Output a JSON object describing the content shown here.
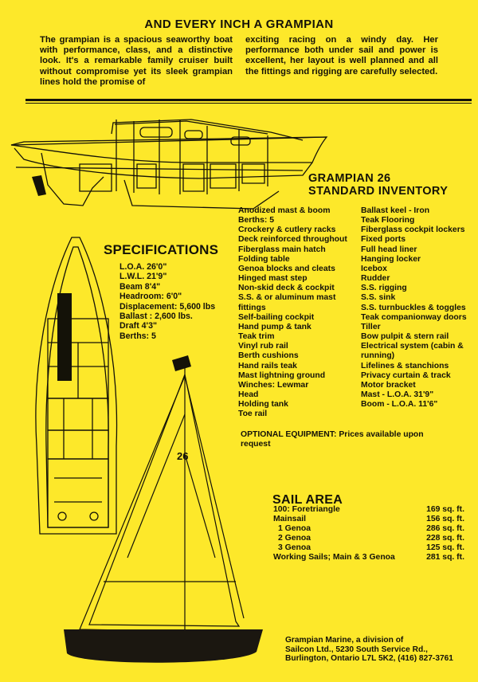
{
  "headline": "AND EVERY INCH A GRAMPIAN",
  "intro_left": "The grampian is a spacious seaworthy boat with performance, class, and a distinctive look. It's a remarkable family cruiser built without compromise yet its sleek grampian lines hold the promise of",
  "intro_right": "exciting racing on a windy day. Her performance both under sail and power is excellent, her layout is well planned and all the fittings and rigging are carefully selected.",
  "inventory": {
    "title_line1": "GRAMPIAN 26",
    "title_line2": "STANDARD INVENTORY",
    "left": [
      "Anodized mast & boom",
      "Berths: 5",
      "Crockery & cutlery racks",
      "Deck reinforced throughout",
      "Fiberglass main hatch",
      "Folding table",
      "Genoa blocks and cleats",
      "Hinged mast step",
      "Non-skid deck & cockpit",
      "S.S. & or aluminum mast",
      "fittings",
      "Self-bailing cockpit",
      "Hand pump & tank",
      "Teak trim",
      "Vinyl rub rail",
      "Berth cushions",
      "Hand rails teak",
      "Mast lightning ground",
      "Winches: Lewmar",
      "Head",
      "Holding tank",
      "Toe rail"
    ],
    "right": [
      "Ballast keel - Iron",
      "Teak Flooring",
      "Fiberglass cockpit lockers",
      "Fixed ports",
      "Full head liner",
      "Hanging locker",
      "Icebox",
      "Rudder",
      "S.S. rigging",
      "S.S. sink",
      "S.S. turnbuckles & toggles",
      "Teak companionway doors",
      "Tiller",
      "Bow pulpit & stern rail",
      "Electrical system (cabin &",
      "running)",
      "Lifelines & stanchions",
      "Privacy curtain & track",
      "Motor bracket",
      "Mast - L.O.A. 31'9\"",
      "Boom - L.O.A. 11'6\""
    ]
  },
  "specifications": {
    "title": "SPECIFICATIONS",
    "items": [
      "L.O.A. 26'0\"",
      "L.W.L. 21'9\"",
      "Beam 8'4\"",
      "Headroom: 6'0\"",
      "Displacement: 5,600 lbs",
      "Ballast : 2,600 lbs.",
      "Draft 4'3\"",
      "Berths: 5"
    ]
  },
  "optional": {
    "label": "OPTIONAL EQUIPMENT:",
    "text": "Prices available upon request"
  },
  "sail_area": {
    "title": "SAIL AREA",
    "rows": [
      {
        "label": "100: Foretriangle",
        "value": "169 sq. ft."
      },
      {
        "label": "Mainsail",
        "value": "156 sq. ft."
      },
      {
        "label": "1 Genoa",
        "value": "286 sq. ft."
      },
      {
        "label": "2 Genoa",
        "value": "228 sq. ft."
      },
      {
        "label": "3 Genoa",
        "value": "125 sq. ft."
      },
      {
        "label": "Working Sails; Main & 3 Genoa",
        "value": "281 sq. ft."
      }
    ]
  },
  "footer": {
    "company": "Grampian Marine,",
    "division": " a division of",
    "parent": "Sailcon",
    "line1_rest": " Ltd., 5230 South Service Rd.,",
    "line2": "Burlington, Ontario L7L 5K2, (416) 827-3761"
  },
  "sail_number": "26",
  "colors": {
    "background": "#fde82a",
    "ink": "#141208",
    "hull": "#1b1710"
  }
}
